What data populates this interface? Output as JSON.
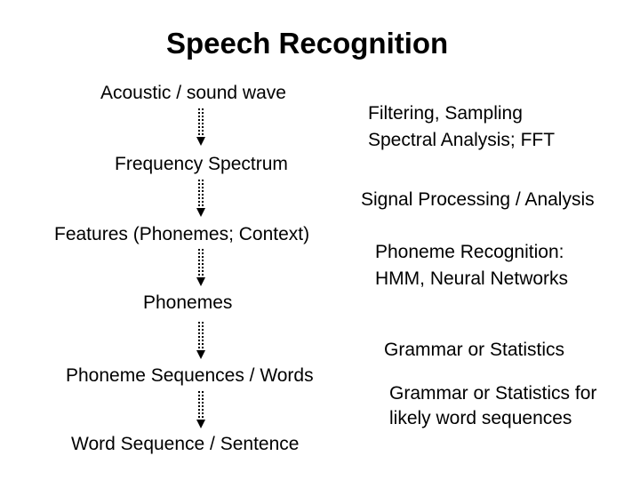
{
  "title": "Speech Recognition",
  "stages": [
    "Acoustic / sound wave",
    "Frequency Spectrum",
    "Features (Phonemes; Context)",
    "Phonemes",
    "Phoneme Sequences / Words",
    "Word Sequence / Sentence"
  ],
  "notes": [
    "Filtering, Sampling",
    "Spectral Analysis; FFT",
    "Signal Processing / Analysis",
    "Phoneme Recognition:",
    "HMM, Neural Networks",
    "Grammar or Statistics",
    "Grammar or Statistics for",
    "likely word sequences"
  ]
}
